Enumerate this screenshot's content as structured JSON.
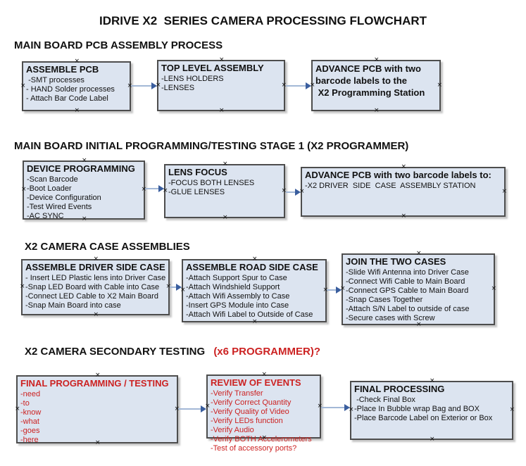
{
  "page_title": "IDRIVE X2  SERIES CAMERA PROCESSING FLOWCHART",
  "ui": {
    "anchor_glyph": "×",
    "colors": {
      "box_fill": "#dce4f0",
      "box_border": "#4d4d4d",
      "arrow_line": "#a3b8d6",
      "arrow_head": "#3a5e9e",
      "red_text": "#cc2222",
      "black_text": "#111111",
      "background": "#ffffff"
    }
  },
  "sections": [
    {
      "heading": "MAIN BOARD PCB ASSEMBLY PROCESS",
      "boxes": [
        {
          "title": "ASSEMBLE PCB",
          "items": [
            " -SMT processes",
            "- HAND Solder processes",
            "- Attach Bar Code Label"
          ]
        },
        {
          "title": "TOP LEVEL ASSEMBLY",
          "items": [
            "-LENS HOLDERS",
            "-LENSES"
          ]
        },
        {
          "title_lines": [
            "ADVANCE PCB with two",
            "barcode labels to the",
            " X2 Programming Station"
          ]
        }
      ]
    },
    {
      "heading": "MAIN BOARD INITIAL PROGRAMMING/TESTING STAGE 1 (X2 PROGRAMMER)",
      "boxes": [
        {
          "title": "DEVICE PROGRAMMING",
          "items": [
            "-Scan Barcode",
            "-Boot Loader",
            "-Device Configuration",
            "-Test Wired Events",
            "-AC SYNC"
          ]
        },
        {
          "title": "LENS FOCUS",
          "items": [
            "-FOCUS BOTH LENSES",
            "-GLUE LENSES"
          ]
        },
        {
          "title": "ADVANCE PCB with two barcode labels to:",
          "items": [
            "-X2 DRIVER  SIDE  CASE  ASSEMBLY STATION"
          ]
        }
      ]
    },
    {
      "heading": "X2 CAMERA CASE ASSEMBLIES",
      "boxes": [
        {
          "title": "ASSEMBLE DRIVER SIDE CASE",
          "items": [
            "- Insert LED Plastic lens into Driver Case",
            "-Snap LED Board with Cable into Case",
            "-Connect LED Cable to X2 Main Board",
            "-Snap Main Board into case"
          ]
        },
        {
          "title": "ASSEMBLE ROAD SIDE CASE",
          "items": [
            "-Attach Support Spur to Case",
            "-Attach Windshield Support",
            "-Attach Wifi Assembly to Case",
            "-Insert GPS Module into Case",
            "-Attach Wifi Label to Outside of Case"
          ]
        },
        {
          "title": "JOIN THE TWO CASES",
          "items": [
            "-Slide Wifi Antenna into Driver Case",
            "-Connect Wifi Cable to Main Board",
            "-Connect GPS Cable to Main Board",
            "-Snap Cases Together",
            "-Attach S/N Label to outside of case",
            "-Secure cases with Screw"
          ]
        }
      ]
    },
    {
      "heading": "X2 CAMERA SECONDARY TESTING ",
      "heading_suffix": "(x6 PROGRAMMER)?",
      "boxes": [
        {
          "title": "FINAL PROGRAMMING / TESTING",
          "items": [
            "-need",
            "-to",
            "-know",
            "-what",
            "-goes",
            "-here"
          ]
        },
        {
          "title": "REVIEW OF EVENTS",
          "items": [
            "-Verify Transfer",
            "-Verify Correct Quantity",
            "-Verify Quality of Video",
            "-Verify LEDs function",
            "-Verify Audio",
            "-Verify BOTH Accelerometers",
            "-Test of accessory ports?"
          ]
        },
        {
          "title": "FINAL PROCESSING",
          "items": [
            " -Check Final Box",
            "-Place In Bubble wrap Bag and BOX",
            "-Place Barcode Label on Exterior or Box"
          ]
        }
      ]
    }
  ]
}
